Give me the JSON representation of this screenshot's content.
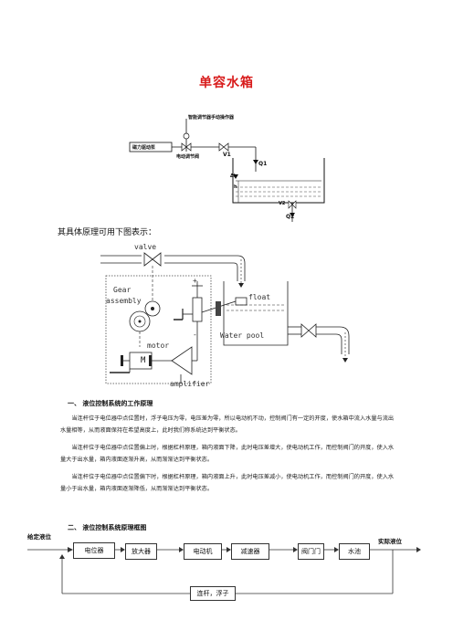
{
  "title": "单容水箱",
  "diagram1": {
    "top_label": "智能调节器手动操作器",
    "pump_label": "磁力驱动泵",
    "valve_label": "电动调节阀",
    "v1": "V1",
    "q1": "Q1",
    "h": "h",
    "dh": "Δh",
    "v2": "V2",
    "q2": "Q2"
  },
  "intro": "其具体原理可用下图表示：",
  "diagram2": {
    "valve": "valve",
    "gear": "Gear",
    "assembly": "assembly",
    "float": "float",
    "pool": "Water pool",
    "motor": "motor",
    "m": "M",
    "amplifier": "amplifier",
    "plus": "+",
    "minus": "-"
  },
  "section1": {
    "heading": "一、 液位控制系统的工作原理",
    "paragraphs": [
      "当连杆位于电位器中点位置时，浮子电压为零，电压差为零，所以电动机不动，控制阀门有一定的开度，使水箱中流入水量与流出水量相等，从而液面保持在希望高度上，此时我们称系统达到平衡状态。",
      "当连杆位于电位器中点位置偏上时，根据杠杆原理，箱内液面下降，此时电压差增大，使电动机工作，而控制阀门的开度，使入水量大于出水量，箱内液面逐渐升高，从而渐渐达到平衡状态。",
      "当连杆位于电位器中点位置偏下时，根据杠杆原理，箱内液面上升，此时电压差减小，使电动机工作，而控制阀门的开度，使入水量小于出水量，箱内液面逐渐降低，从而渐渐达到平衡状态。"
    ]
  },
  "section2": {
    "heading": "二、 液位控制系统原理框图",
    "given": "给定液位",
    "actual": "实际液位",
    "blocks": [
      "电位器",
      "放大器",
      "电动机",
      "减速器",
      "阀门门",
      "水池"
    ],
    "feedback": "连杆，浮子"
  }
}
